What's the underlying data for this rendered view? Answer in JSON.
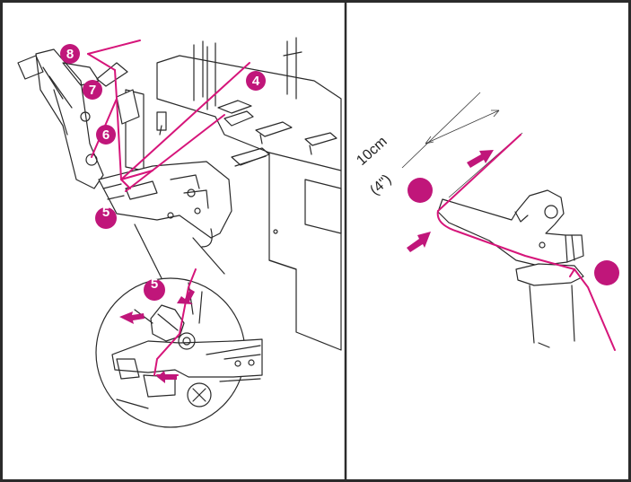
{
  "colors": {
    "thread": "#d6157a",
    "marker": "#c0167a",
    "frame": "#2b2b2b",
    "lineart": "#2a2a2a"
  },
  "left_panel": {
    "markers": [
      {
        "id": "m8",
        "label": "8"
      },
      {
        "id": "m7",
        "label": "7"
      },
      {
        "id": "m6",
        "label": "6"
      },
      {
        "id": "m4",
        "label": "4"
      },
      {
        "id": "m5",
        "label": "5"
      },
      {
        "id": "m5b",
        "label": "5"
      }
    ]
  },
  "right_panel": {
    "dimension_metric": "10cm",
    "dimension_imperial": "(4\")",
    "markers": [
      {
        "id": "r1",
        "label": ""
      },
      {
        "id": "r2",
        "label": ""
      }
    ]
  }
}
